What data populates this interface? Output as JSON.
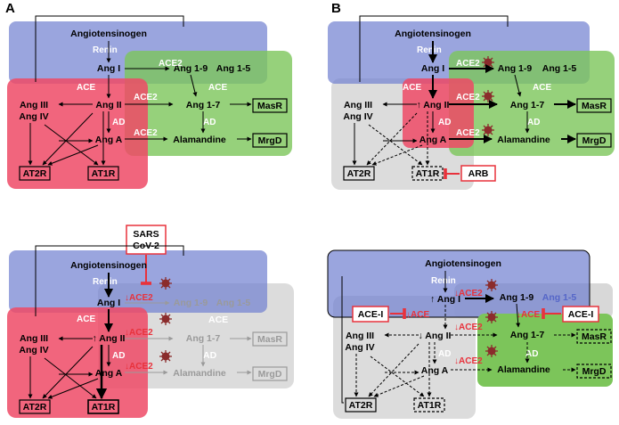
{
  "panel_labels": {
    "a": "A",
    "b": "B"
  },
  "labels": {
    "angiotensinogen": "Angiotensinogen",
    "renin": "Renin",
    "ang1": "Ang I",
    "ang2": "Ang II",
    "ang2_up": "↑ Ang II",
    "ang2_down": "↓ Ang II",
    "ang1_up": "↑ Ang I",
    "ang3": "Ang III",
    "ang4": "Ang IV",
    "anga": "Ang A",
    "ang19": "Ang 1-9",
    "ang15": "Ang 1-5",
    "ang17": "Ang 1-7",
    "alamandine": "Alamandine",
    "ace": "ACE",
    "ace2": "ACE2",
    "ace2_down": "↓ACE2",
    "ace_down": "↓ACE",
    "ad": "AD",
    "masr": "MasR",
    "mrgd": "MrgD",
    "at1r": "AT1R",
    "at2r": "AT2R",
    "arb": "ARB",
    "sars": "SARS",
    "cov2": "CoV-2",
    "acei": "ACE-I"
  },
  "colors": {
    "blue": "#6f7fd0",
    "green": "#7cc55a",
    "red": "#ee4a66",
    "gray": "#d8d8d8",
    "inhib": "#e8323c",
    "virus": "#8b2c2c"
  }
}
